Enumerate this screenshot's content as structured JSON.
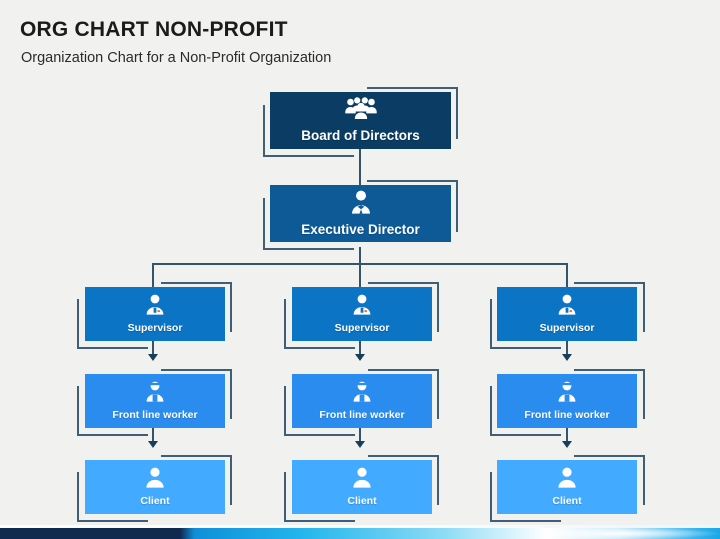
{
  "header": {
    "title": "ORG CHART NON-PROFIT",
    "subtitle": "Organization Chart for a Non-Profit Organization"
  },
  "colors": {
    "background": "#f1f1f0",
    "board": "#0b3c63",
    "executive": "#0d5a96",
    "supervisor": "#0b74c4",
    "frontline": "#2b8cf0",
    "client": "#42aaff",
    "connector": "#35536b",
    "bracket": "#3f5f77",
    "title_text": "#1b1b1b",
    "node_text": "#ffffff",
    "footer_dark": "#10294f",
    "footer_blue": "#23b6ec"
  },
  "chart_data": {
    "type": "diagram",
    "title": "ORG CHART NON-PROFIT",
    "subtitle": "Organization Chart for a Non-Profit Organization",
    "levels": 5,
    "branches": 3,
    "nodes": [
      {
        "id": "board",
        "label": "Board of Directors",
        "icon": "people-group-icon",
        "level": 1,
        "color": "#0b3c63"
      },
      {
        "id": "executive",
        "label": "Executive Director",
        "icon": "businessperson-icon",
        "level": 2,
        "color": "#0d5a96"
      },
      {
        "id": "sup1",
        "label": "Supervisor",
        "icon": "supervisor-icon",
        "level": 3,
        "color": "#0b74c4",
        "branch": 1
      },
      {
        "id": "sup2",
        "label": "Supervisor",
        "icon": "supervisor-icon",
        "level": 3,
        "color": "#0b74c4",
        "branch": 2
      },
      {
        "id": "sup3",
        "label": "Supervisor",
        "icon": "supervisor-icon",
        "level": 3,
        "color": "#0b74c4",
        "branch": 3
      },
      {
        "id": "flw1",
        "label": "Front line worker",
        "icon": "worker-icon",
        "level": 4,
        "color": "#2b8cf0",
        "branch": 1
      },
      {
        "id": "flw2",
        "label": "Front line worker",
        "icon": "worker-icon",
        "level": 4,
        "color": "#2b8cf0",
        "branch": 2
      },
      {
        "id": "flw3",
        "label": "Front line worker",
        "icon": "worker-icon",
        "level": 4,
        "color": "#2b8cf0",
        "branch": 3
      },
      {
        "id": "cli1",
        "label": "Client",
        "icon": "person-icon",
        "level": 5,
        "color": "#42aaff",
        "branch": 1
      },
      {
        "id": "cli2",
        "label": "Client",
        "icon": "person-icon",
        "level": 5,
        "color": "#42aaff",
        "branch": 2
      },
      {
        "id": "cli3",
        "label": "Client",
        "icon": "person-icon",
        "level": 5,
        "color": "#42aaff",
        "branch": 3
      }
    ],
    "edges": [
      {
        "from": "board",
        "to": "executive",
        "style": "line"
      },
      {
        "from": "executive",
        "to": "sup1",
        "style": "line"
      },
      {
        "from": "executive",
        "to": "sup2",
        "style": "line"
      },
      {
        "from": "executive",
        "to": "sup3",
        "style": "line"
      },
      {
        "from": "sup1",
        "to": "flw1",
        "style": "arrow"
      },
      {
        "from": "sup2",
        "to": "flw2",
        "style": "arrow"
      },
      {
        "from": "sup3",
        "to": "flw3",
        "style": "arrow"
      },
      {
        "from": "flw1",
        "to": "cli1",
        "style": "arrow"
      },
      {
        "from": "flw2",
        "to": "cli2",
        "style": "arrow"
      },
      {
        "from": "flw3",
        "to": "cli3",
        "style": "arrow"
      }
    ]
  }
}
